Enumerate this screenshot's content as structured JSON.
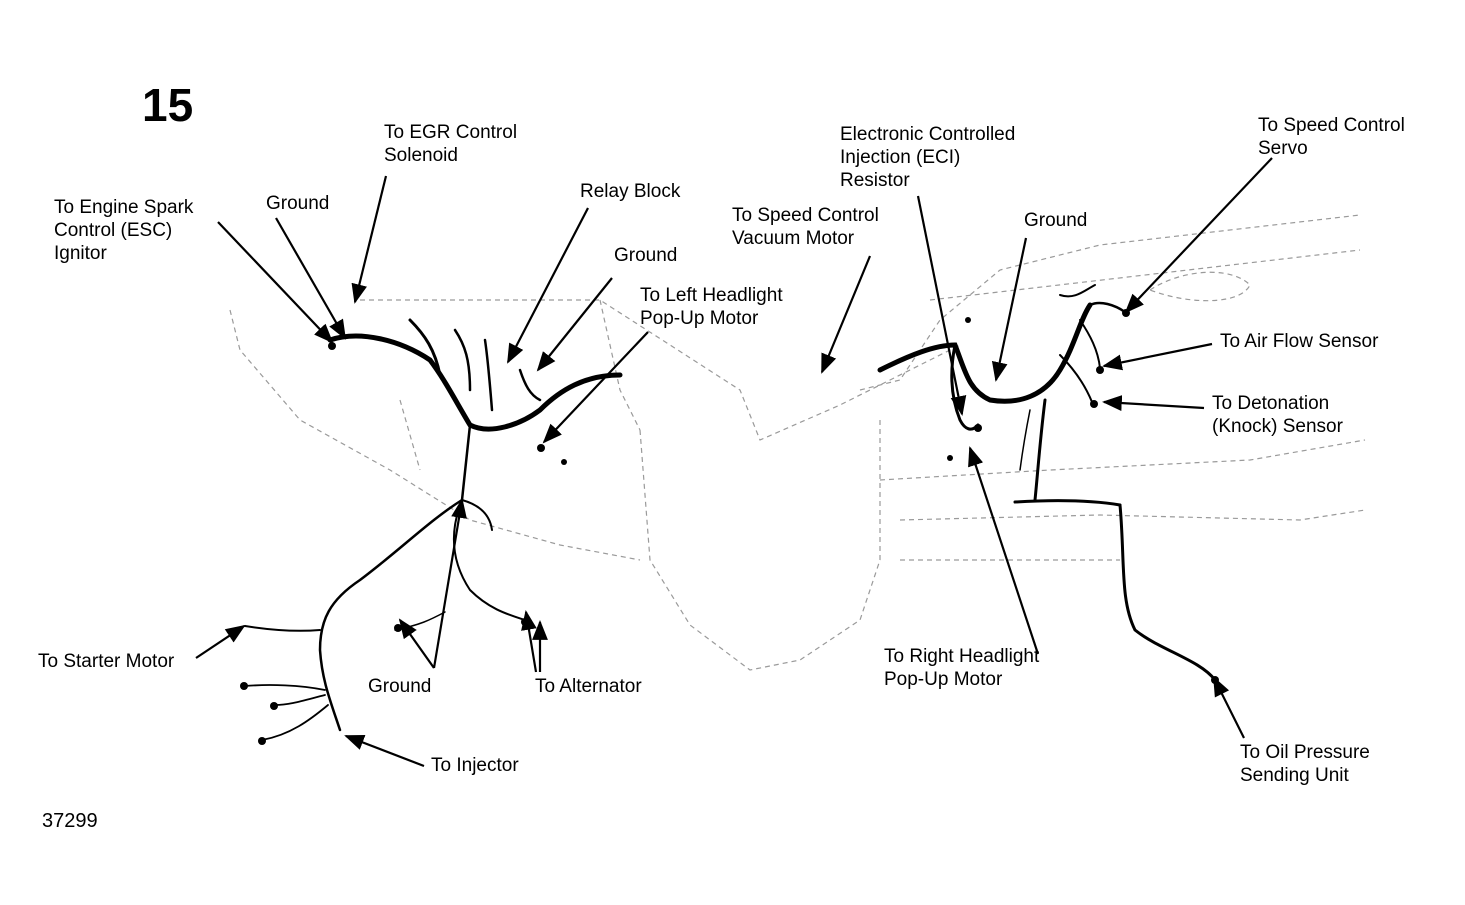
{
  "figure": {
    "number": "15",
    "id": "37299"
  },
  "labels": {
    "esc_l1": "To Engine Spark",
    "esc_l2": "Control (ESC)",
    "esc_l3": "Ignitor",
    "ground_top": "Ground",
    "egr_l1": "To EGR Control",
    "egr_l2": "Solenoid",
    "relay": "Relay Block",
    "ground_mid": "Ground",
    "lhead_l1": "To Left Headlight",
    "lhead_l2": "Pop-Up Motor",
    "svac_l1": "To Speed Control",
    "svac_l2": "Vacuum Motor",
    "eci_l1": "Electronic Controlled",
    "eci_l2": "Injection (ECI)",
    "eci_l3": "Resistor",
    "ground_right": "Ground",
    "servo_l1": "To Speed Control",
    "servo_l2": "Servo",
    "airflow": "To Air Flow Sensor",
    "deton_l1": "To Detonation",
    "deton_l2": "(Knock) Sensor",
    "starter": "To Starter Motor",
    "ground_bottom": "Ground",
    "alternator": "To Alternator",
    "injector": "To Injector",
    "rhead_l1": "To Right Headlight",
    "rhead_l2": "Pop-Up Motor",
    "oil_l1": "To Oil Pressure",
    "oil_l2": "Sending Unit"
  }
}
